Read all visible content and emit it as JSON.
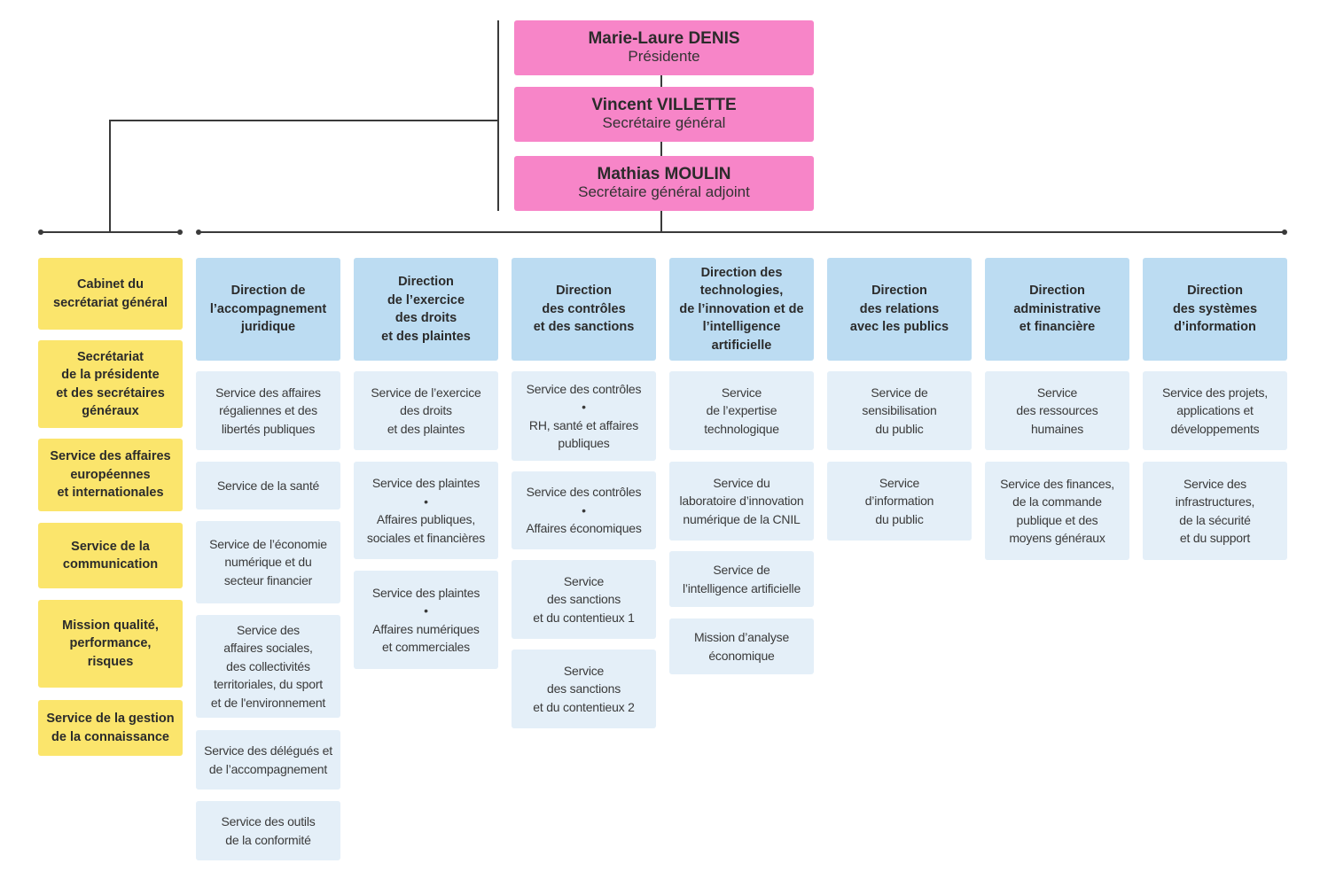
{
  "executives": [
    {
      "name": "Marie-Laure DENIS",
      "role": "Présidente"
    },
    {
      "name": "Vincent VILLETTE",
      "role": "Secrétaire général"
    },
    {
      "name": "Mathias MOULIN",
      "role": "Secrétaire général adjoint"
    }
  ],
  "cabinet_services": [
    "Cabinet du\nsecrétariat général",
    "Secrétariat\nde la présidente\net des secrétaires\ngénéraux",
    "Service des affaires\neuropéennes\net internationales",
    "Service de la\ncommunication",
    "Mission qualité,\nperformance,\nrisques",
    "Service de la gestion\nde la connaissance"
  ],
  "directions": [
    {
      "title": "Direction de\nl’accompagnement\njuridique",
      "services": [
        "Service des affaires\nrégaliennes et des\nlibertés publiques",
        "Service de la santé",
        "Service de l’économie\nnumérique et du\nsecteur financier",
        "Service des\naffaires sociales,\ndes collectivités\nterritoriales, du sport\net de l'environnement",
        "Service des délégués et\nde l’accompagnement",
        "Service des outils\nde la conformité"
      ]
    },
    {
      "title": "Direction\nde l’exercice\ndes droits\net des plaintes",
      "services": [
        "Service de l’exercice\ndes droits\net des plaintes",
        "Service des plaintes\n•\nAffaires publiques,\nsociales et financières",
        "Service des plaintes\n•\nAffaires numériques\net commerciales"
      ]
    },
    {
      "title": "Direction\ndes contrôles\net des sanctions",
      "services": [
        "Service des contrôles\n•\nRH, santé et affaires\npubliques",
        "Service des contrôles\n•\nAffaires économiques",
        "Service\ndes sanctions\net du contentieux 1",
        "Service\ndes sanctions\net du contentieux 2"
      ]
    },
    {
      "title": "Direction des\ntechnologies,\nde l’innovation et de\nl’intelligence\nartificielle",
      "services": [
        "Service\nde l’expertise\ntechnologique",
        "Service du\nlaboratoire d’innovation\nnumérique de la CNIL",
        "Service de\nl’intelligence artificielle",
        "Mission d’analyse\néconomique"
      ]
    },
    {
      "title": "Direction\ndes relations\navec les publics",
      "services": [
        "Service de\nsensibilisation\ndu public",
        "Service\nd’information\ndu public"
      ]
    },
    {
      "title": "Direction\nadministrative\net financière",
      "services": [
        "Service\ndes ressources\nhumaines",
        "Service des finances,\nde la commande\npublique et des\nmoyens généraux"
      ]
    },
    {
      "title": "Direction\ndes systèmes\nd’information",
      "services": [
        "Service des projets,\napplications et\ndéveloppements",
        "Service des\ninfrastructures,\nde la sécurité\net du support"
      ]
    }
  ],
  "colors": {
    "executive": "#f785c8",
    "cabinet": "#fbe56c",
    "direction": "#bcdcf2",
    "service": "#e4eff8",
    "line": "#3a3a3a"
  }
}
